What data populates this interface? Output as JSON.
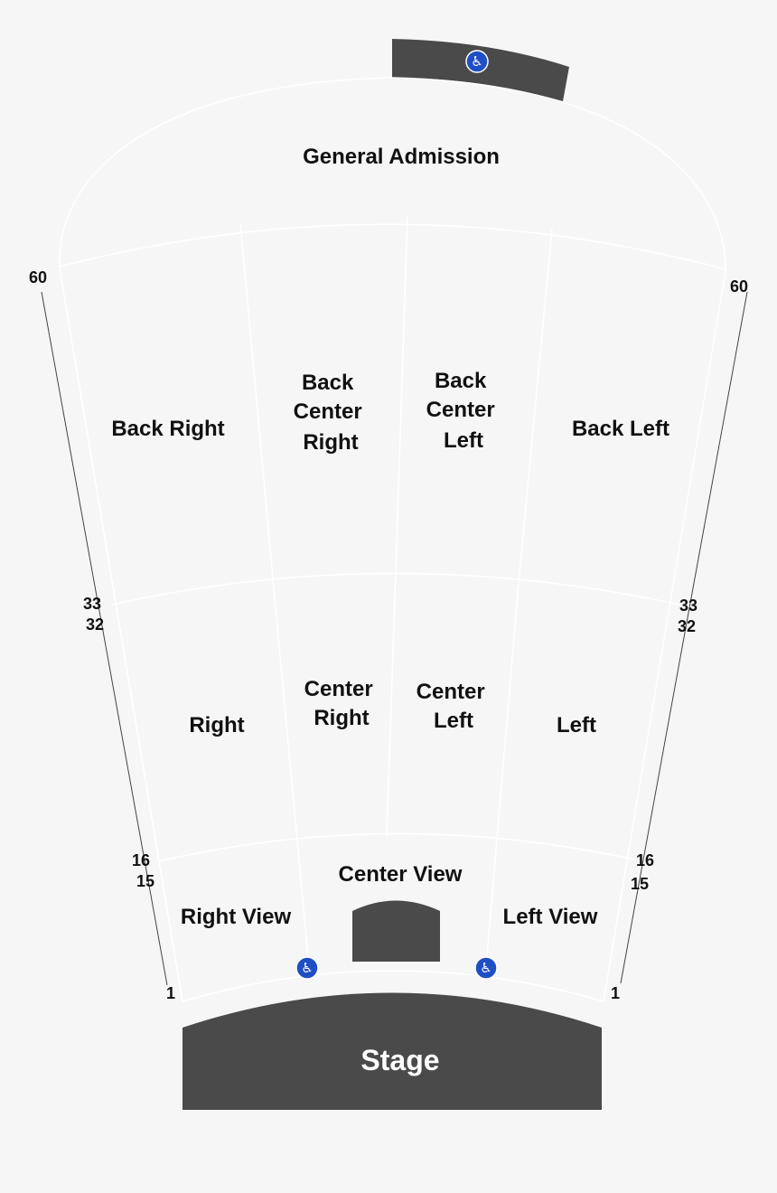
{
  "sections": {
    "general_admission": [
      "General Admission"
    ],
    "back_right": [
      "Back Right"
    ],
    "back_center_right": [
      "Back",
      "Center",
      "Right"
    ],
    "back_center_left": [
      "Back",
      "Center",
      "Left"
    ],
    "back_left": [
      "Back Left"
    ],
    "right": [
      "Right"
    ],
    "center_right": [
      "Center",
      "Right"
    ],
    "center_left": [
      "Center",
      "Left"
    ],
    "left": [
      "Left"
    ],
    "center_view": [
      "Center View"
    ],
    "right_view": [
      "Right View"
    ],
    "left_view": [
      "Left View"
    ]
  },
  "stage": {
    "label": "Stage"
  },
  "row_markers": {
    "left": [
      "60",
      "33",
      "32",
      "16",
      "15",
      "1"
    ],
    "right": [
      "60",
      "33",
      "32",
      "16",
      "15",
      "1"
    ]
  },
  "accessibility": {
    "icon": "wheelchair-icon",
    "glyph": "♿",
    "color": "#1f4fc4"
  },
  "colors": {
    "background": "#f6f6f6",
    "dark_fill": "#4a4a4a",
    "section_lines": "#ffffff"
  }
}
